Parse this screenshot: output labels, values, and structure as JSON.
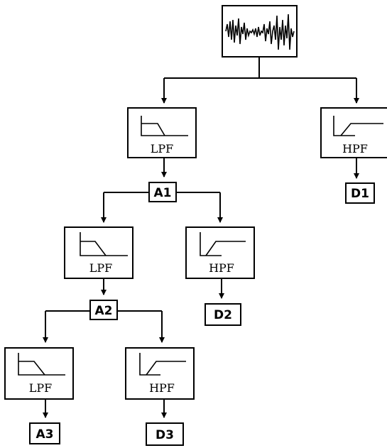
{
  "colors": {
    "stroke": "#000000",
    "background": "#ffffff"
  },
  "signal": {
    "icon": "waveform-icon"
  },
  "filters": {
    "lpf_level1": "LPF",
    "hpf_level1": "HPF",
    "lpf_level2": "LPF",
    "hpf_level2": "HPF",
    "lpf_level3": "LPF",
    "hpf_level3": "HPF"
  },
  "nodes": {
    "a1": "A1",
    "d1": "D1",
    "a2": "A2",
    "d2": "D2",
    "a3": "A3",
    "d3": "D3"
  }
}
